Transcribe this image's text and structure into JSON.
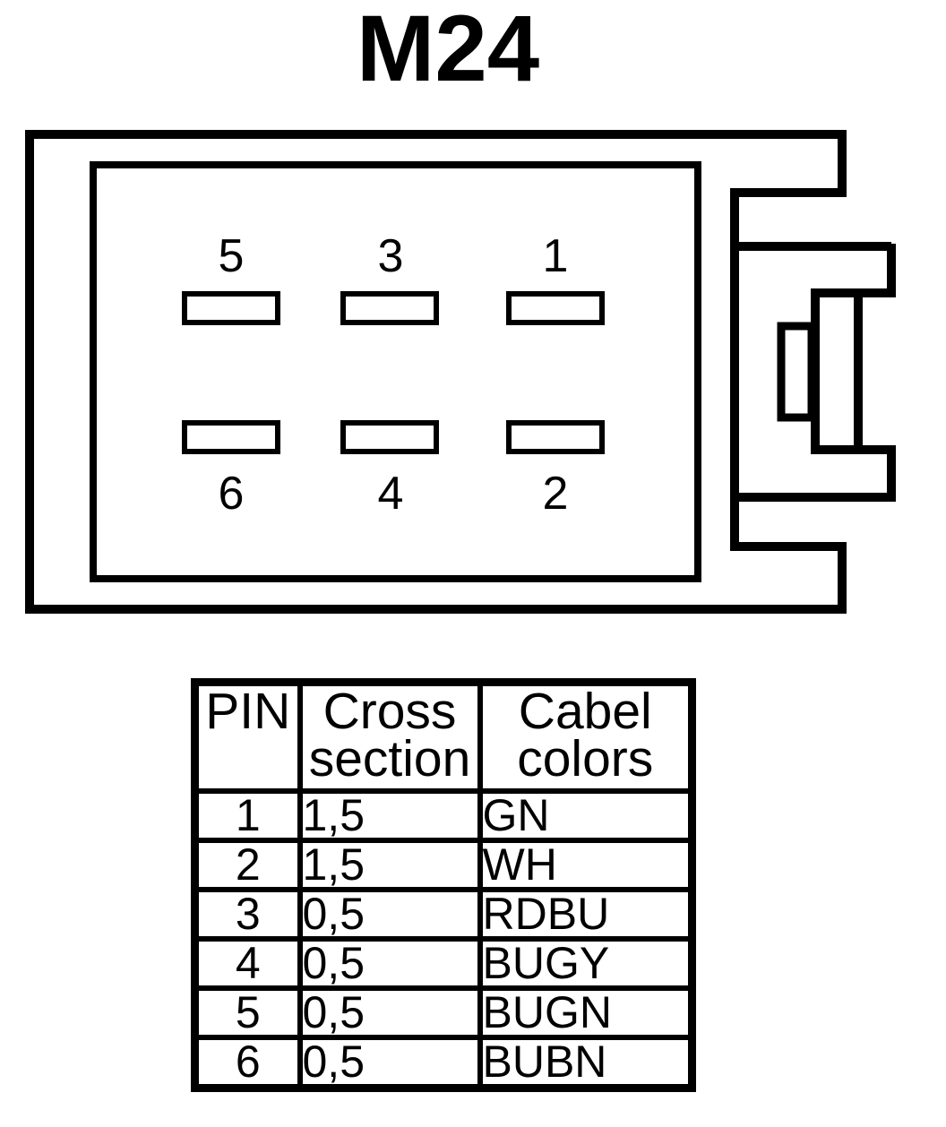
{
  "title": "M24",
  "connector": {
    "pins_top": [
      "5",
      "3",
      "1"
    ],
    "pins_bottom": [
      "6",
      "4",
      "2"
    ]
  },
  "table": {
    "headers": [
      "PIN",
      "Cross section",
      "Cabel colors"
    ],
    "rows": [
      {
        "pin": "1",
        "cross_section": "1,5",
        "cable_color": "GN"
      },
      {
        "pin": "2",
        "cross_section": "1,5",
        "cable_color": "WH"
      },
      {
        "pin": "3",
        "cross_section": "0,5",
        "cable_color": "RDBU"
      },
      {
        "pin": "4",
        "cross_section": "0,5",
        "cable_color": "BUGY"
      },
      {
        "pin": "5",
        "cross_section": "0,5",
        "cable_color": "BUGN"
      },
      {
        "pin": "6",
        "cross_section": "0,5",
        "cable_color": "BUBN"
      }
    ]
  },
  "colors": {
    "line": "#000000",
    "background": "#ffffff"
  }
}
